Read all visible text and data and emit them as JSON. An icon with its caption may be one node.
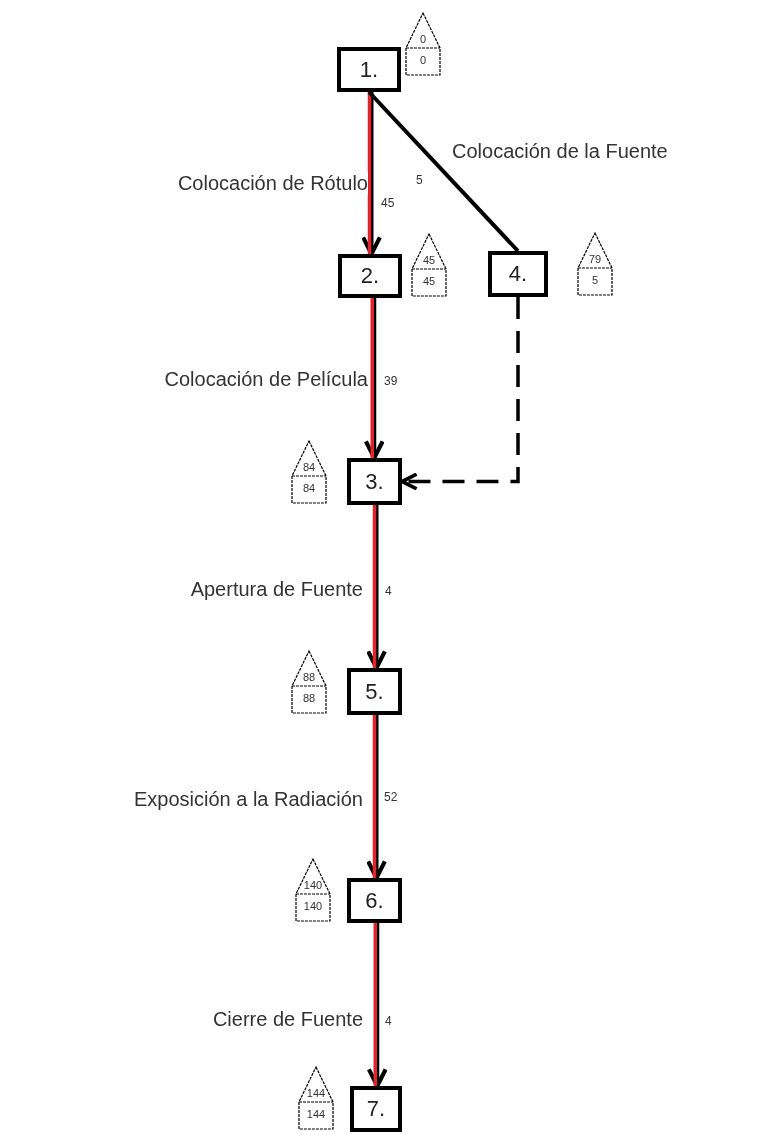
{
  "diagram": {
    "nodes": [
      {
        "text": [
          "1."
        ],
        "beside": [
          "0",
          "0"
        ]
      },
      {
        "text": [
          "2."
        ],
        "beside": [
          "45",
          "45"
        ]
      },
      {
        "text": [
          "4."
        ],
        "beside": [
          "79",
          "5"
        ]
      },
      {
        "text": [
          "3."
        ],
        "beside": [
          "84",
          "84"
        ]
      },
      {
        "text": [
          "5."
        ],
        "beside": [
          "88",
          "88"
        ]
      },
      {
        "text": [
          "6."
        ],
        "beside": [
          "140",
          "140"
        ]
      },
      {
        "text": [
          "7."
        ],
        "beside": [
          "144",
          "144"
        ]
      }
    ],
    "edges": [
      {
        "from": 0,
        "to": 1,
        "arrow": "to",
        "label": "Colocación de Rótulo"
      },
      {
        "from": 0,
        "to": 2,
        "arrow": "none",
        "label": "Colocación de la Fuente",
        "color": "#000000"
      },
      {
        "from": 1,
        "to": 3,
        "arrow": "to",
        "label": "Colocación de Película"
      },
      {
        "from": 2,
        "to": 3,
        "arrow": "to",
        "style": "dashed",
        "color": "#000000"
      },
      {
        "from": 3,
        "to": 4,
        "arrow": "to",
        "label": "Apertura de Fuente"
      },
      {
        "from": 4,
        "to": 5,
        "arrow": "to",
        "label": "Exposición a la Radiación"
      },
      {
        "from": 5,
        "to": 6,
        "arrow": "to",
        "label": "Cierre de Fuente"
      }
    ],
    "labels": [
      "45",
      "5",
      "39",
      "4",
      "52",
      "4"
    ]
  }
}
